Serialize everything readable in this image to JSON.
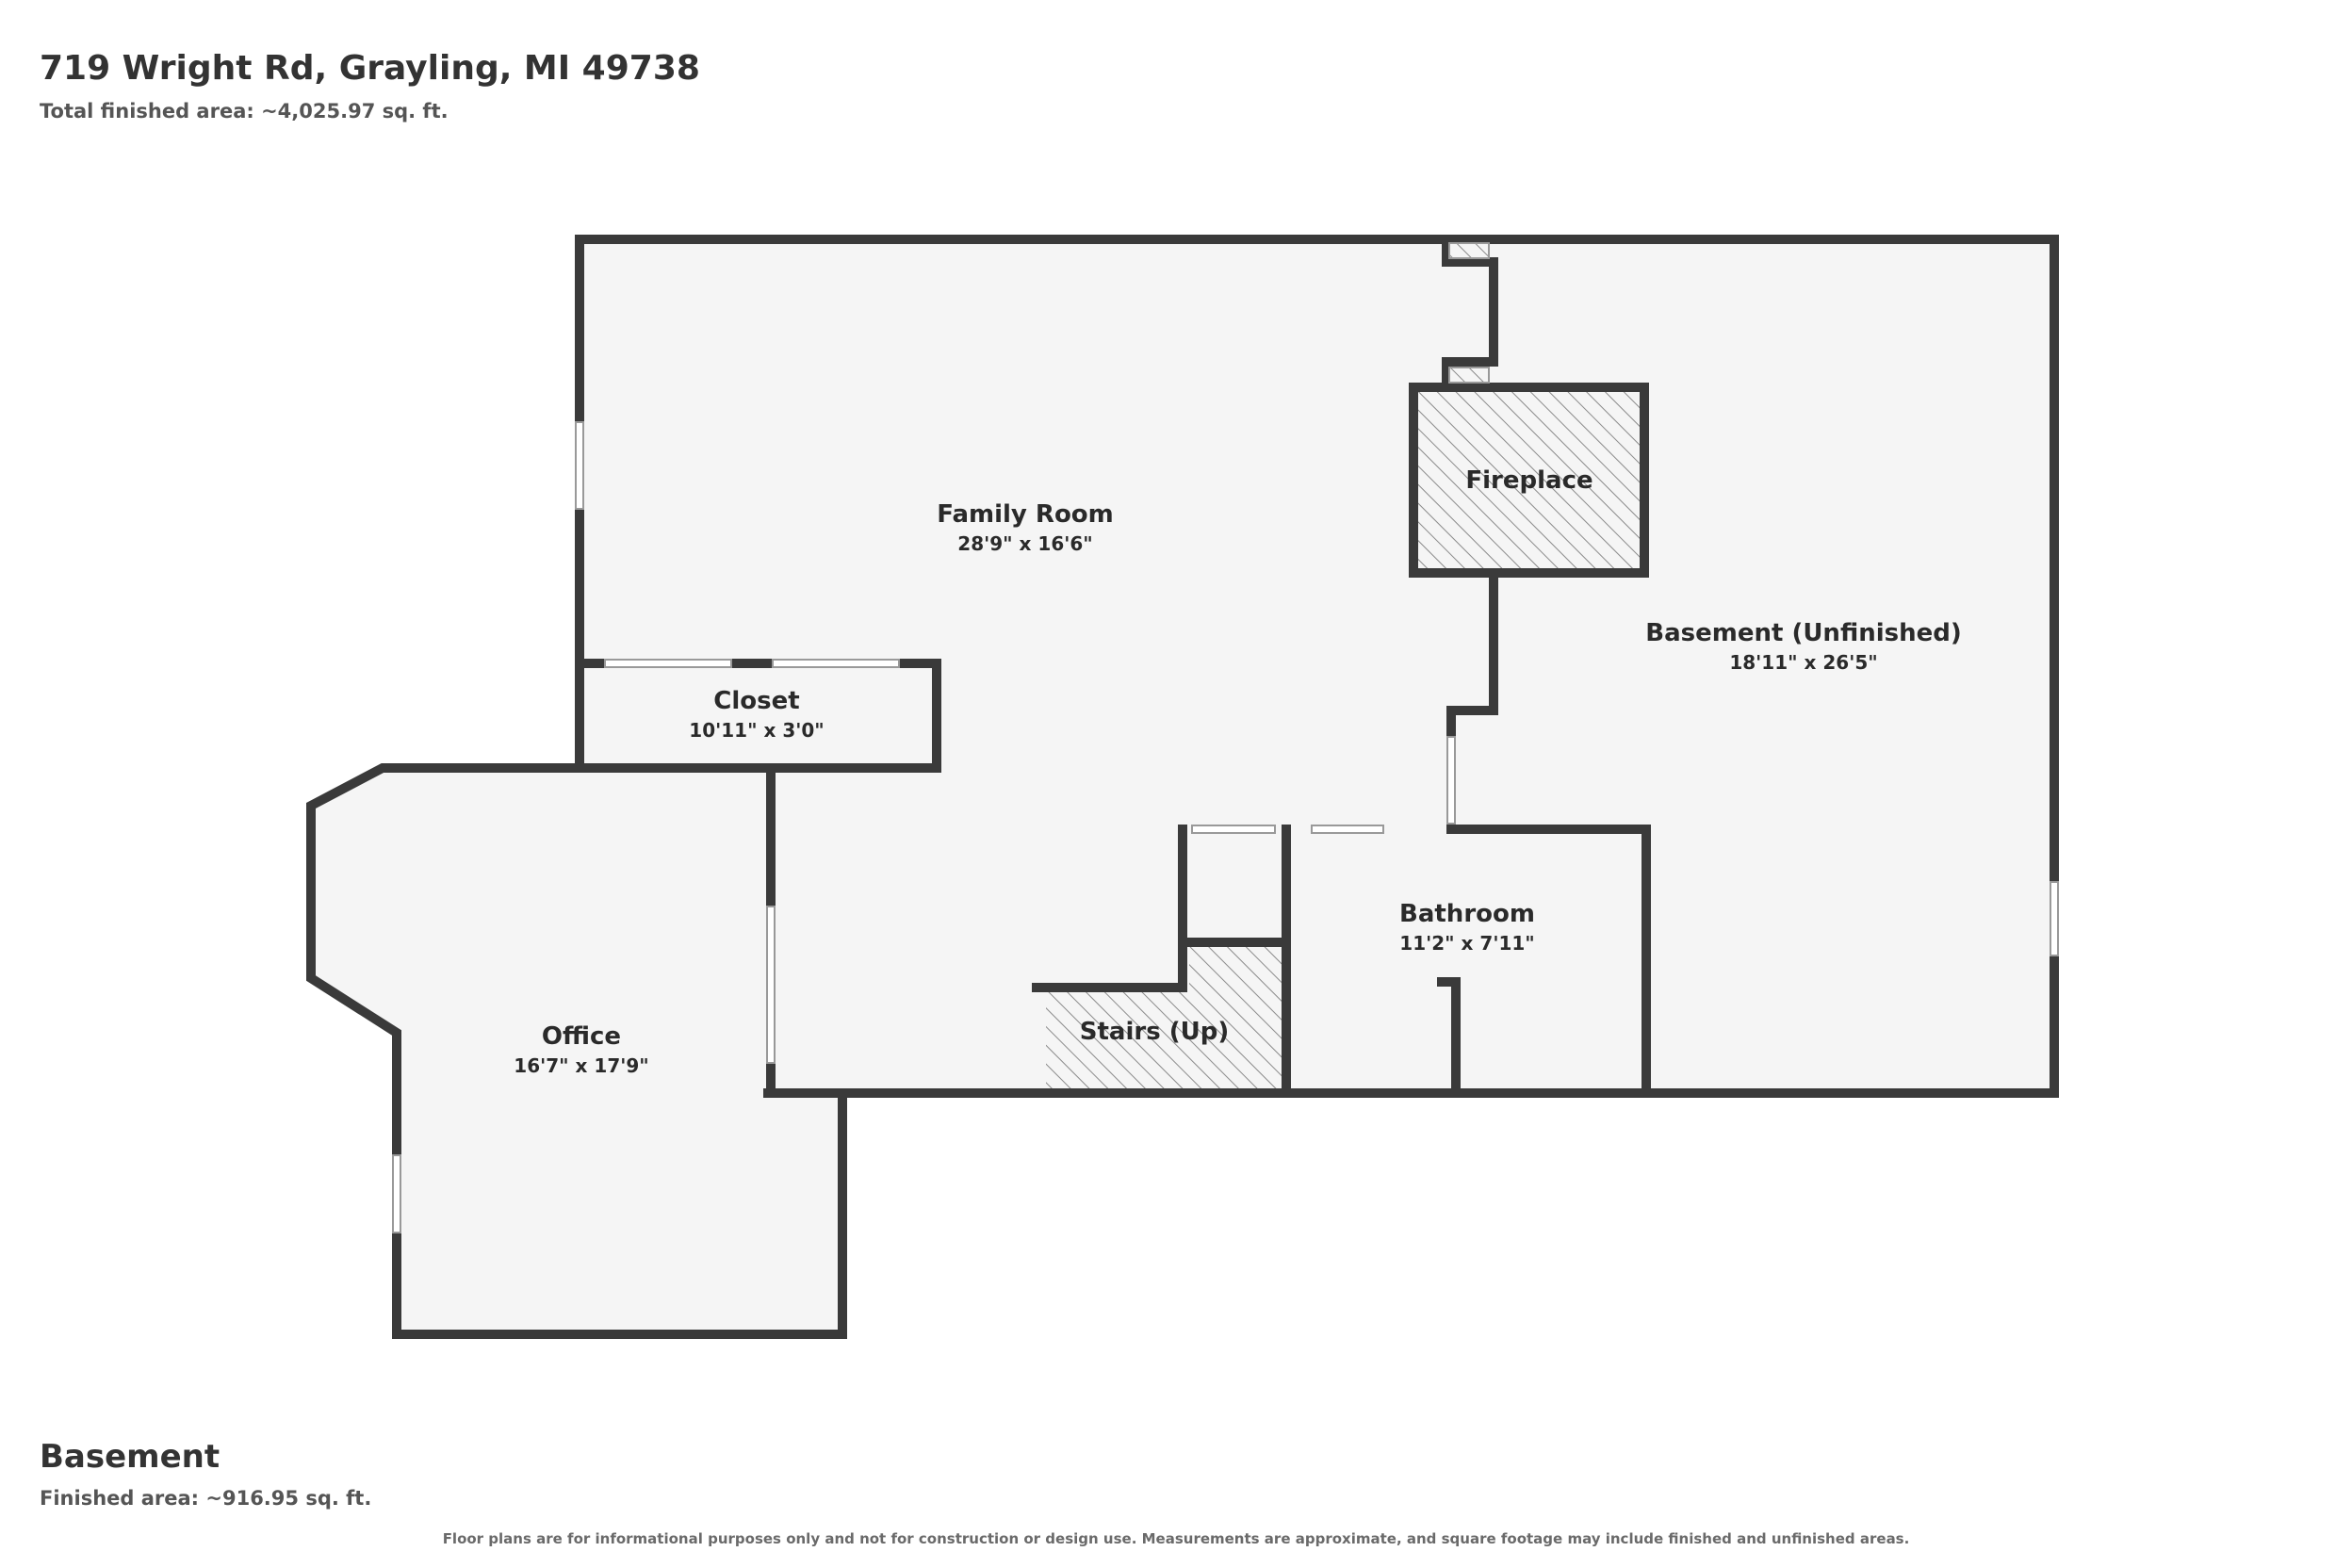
{
  "header": {
    "address": "719 Wright Rd, Grayling, MI 49738",
    "total_area": "Total finished area: ~4,025.97 sq. ft."
  },
  "floor": {
    "name": "Basement",
    "area": "Finished area: ~916.95 sq. ft."
  },
  "disclaimer": "Floor plans are for informational purposes only and not for construction or design use. Measurements are approximate, and square footage may include finished and unfinished areas.",
  "rooms": {
    "family_room": {
      "name": "Family Room",
      "dims": "28'9\" x 16'6\""
    },
    "fireplace": {
      "name": "Fireplace"
    },
    "basement": {
      "name": "Basement (Unfinished)",
      "dims": "18'11\" x 26'5\""
    },
    "closet": {
      "name": "Closet",
      "dims": "10'11\" x 3'0\""
    },
    "office": {
      "name": "Office",
      "dims": "16'7\" x 17'9\""
    },
    "bathroom": {
      "name": "Bathroom",
      "dims": "11'2\" x 7'11\""
    },
    "stairs": {
      "name": "Stairs (Up)"
    }
  },
  "colors": {
    "wall": "#3a3a3a",
    "floor": "#f5f5f5",
    "hatch": "#7a7a7a"
  }
}
